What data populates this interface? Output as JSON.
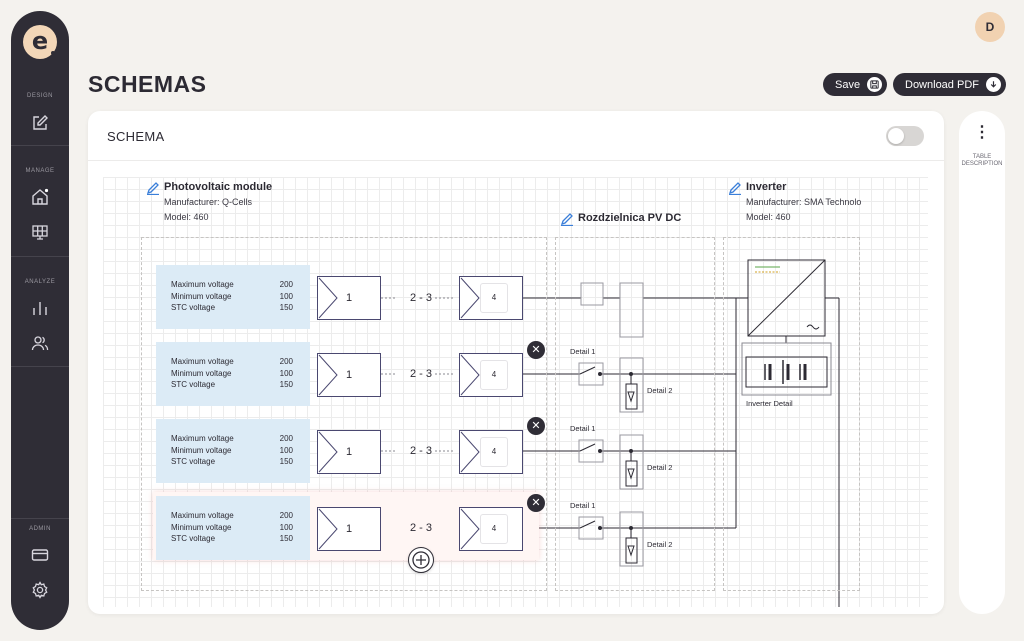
{
  "sidebar": {
    "logo_glyph": "e",
    "sections": [
      {
        "label": "DESIGN",
        "items": [
          {
            "icon": "edit-icon"
          }
        ]
      },
      {
        "label": "MANAGE",
        "items": [
          {
            "icon": "home-icon"
          },
          {
            "icon": "solar-panel-icon"
          }
        ]
      },
      {
        "label": "ANALYZE",
        "items": [
          {
            "icon": "bar-chart-icon"
          },
          {
            "icon": "users-icon"
          }
        ]
      },
      {
        "label": "ADMIN",
        "items": [
          {
            "icon": "credit-card-icon"
          },
          {
            "icon": "settings-icon"
          }
        ]
      }
    ]
  },
  "header": {
    "avatar_initial": "D",
    "title": "SCHEMAS",
    "save_label": "Save",
    "download_label": "Download PDF"
  },
  "schema_card": {
    "title": "SCHEMA",
    "toggle_on": false
  },
  "right_panel": {
    "menu_glyph": "⋮",
    "label": "TABLE DESCRIPTION"
  },
  "schema": {
    "pv_module": {
      "name": "Photovoltaic module",
      "manufacturer": "Manufacturer: Q-Cells",
      "model": "Model: 460"
    },
    "distribution": {
      "name": "Rozdzielnica PV DC"
    },
    "inverter": {
      "name": "Inverter",
      "manufacturer": "Manufacturer: SMA Technology",
      "model": "Model: 460",
      "detail_label": "Inverter Detail"
    },
    "strings": [
      {
        "max_label": "Maximum voltage",
        "max_val": "200",
        "min_label": "Minimum voltage",
        "min_val": "100",
        "stc_label": "STC voltage",
        "stc_val": "150",
        "first": "1",
        "range": "2 - 3",
        "last": "4"
      },
      {
        "max_label": "Maximum voltage",
        "max_val": "200",
        "min_label": "Minimum voltage",
        "min_val": "100",
        "stc_label": "STC voltage",
        "stc_val": "150",
        "first": "1",
        "range": "2 - 3",
        "last": "4",
        "detail1": "Detail 1",
        "detail2": "Detail 2"
      },
      {
        "max_label": "Maximum voltage",
        "max_val": "200",
        "min_label": "Minimum voltage",
        "min_val": "100",
        "stc_label": "STC voltage",
        "stc_val": "150",
        "first": "1",
        "range": "2 - 3",
        "last": "4",
        "detail1": "Detail 1",
        "detail2": "Detail 2"
      },
      {
        "max_label": "Maximum voltage",
        "max_val": "200",
        "min_label": "Minimum voltage",
        "min_val": "100",
        "stc_label": "STC voltage",
        "stc_val": "150",
        "first": "1",
        "range": "2 - 3",
        "last": "4",
        "detail1": "Detail 1",
        "detail2": "Detail 2"
      }
    ],
    "remove_glyph": "✕"
  },
  "colors": {
    "accent": "#2f2d36",
    "info_box": "#dcebf6",
    "pencil": "#3b7fd9"
  }
}
